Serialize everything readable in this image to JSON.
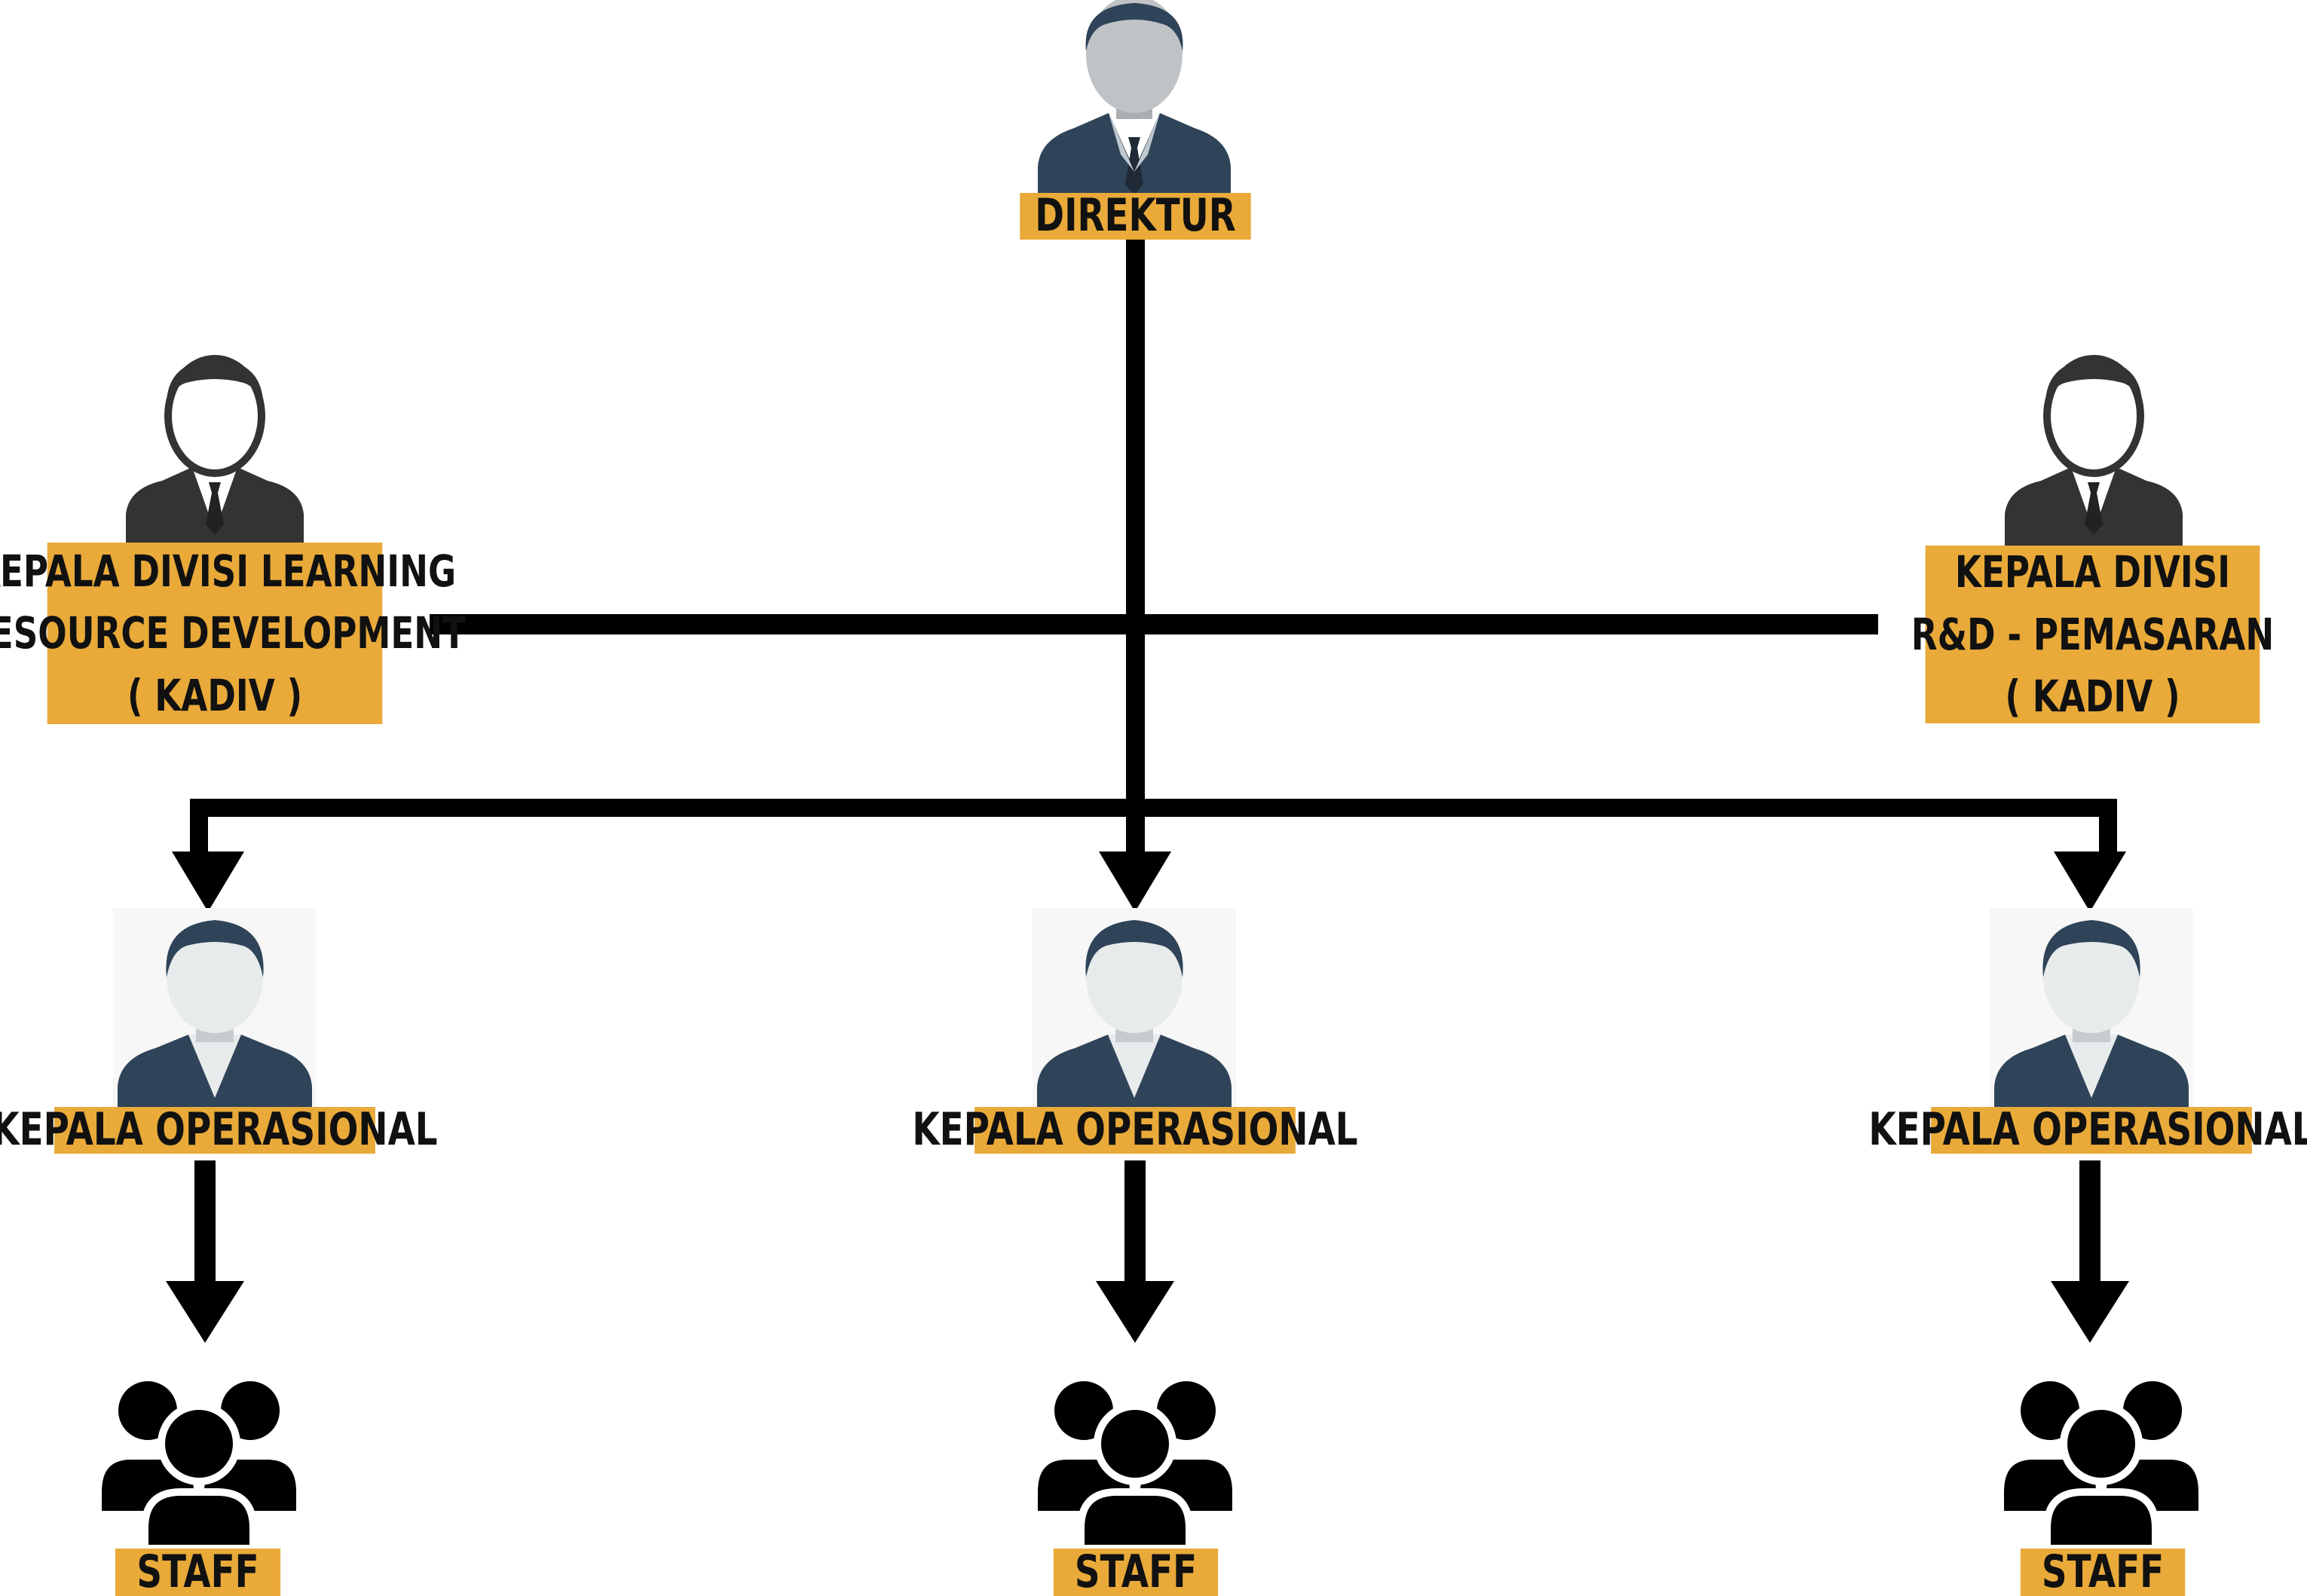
{
  "nodes": {
    "direktur": {
      "label": "DIREKTUR"
    },
    "kadiv_lrd": {
      "lines": [
        "KEPALA DIVISI LEARNING",
        "RESOURCE DEVELOPMENT",
        "( KADIV )"
      ]
    },
    "kadiv_rdp": {
      "lines": [
        "KEPALA DIVISI",
        "R&D - PEMASARAN",
        "( KADIV )"
      ]
    },
    "kepala_ops": [
      {
        "label": "KEPALA OPERASIONAL"
      },
      {
        "label": "KEPALA OPERASIONAL"
      },
      {
        "label": "KEPALA OPERASIONAL"
      }
    ],
    "staff": [
      {
        "label": "STAFF"
      },
      {
        "label": "STAFF"
      },
      {
        "label": "STAFF"
      }
    ]
  },
  "colors": {
    "label_bg": "#e9aa3a",
    "connector": "#000000",
    "suit_dark": "#333333",
    "suit_navy": "#2f4458",
    "face_gray": "#bfc3c6",
    "face_light": "#e8ebec",
    "shirt": "#ffffff",
    "staff_icon": "#000000"
  },
  "icons": {
    "direktur": "businessman-icon",
    "kadiv": "businessman-outline-icon",
    "kepala_ops": "manager-icon",
    "staff": "group-icon"
  }
}
